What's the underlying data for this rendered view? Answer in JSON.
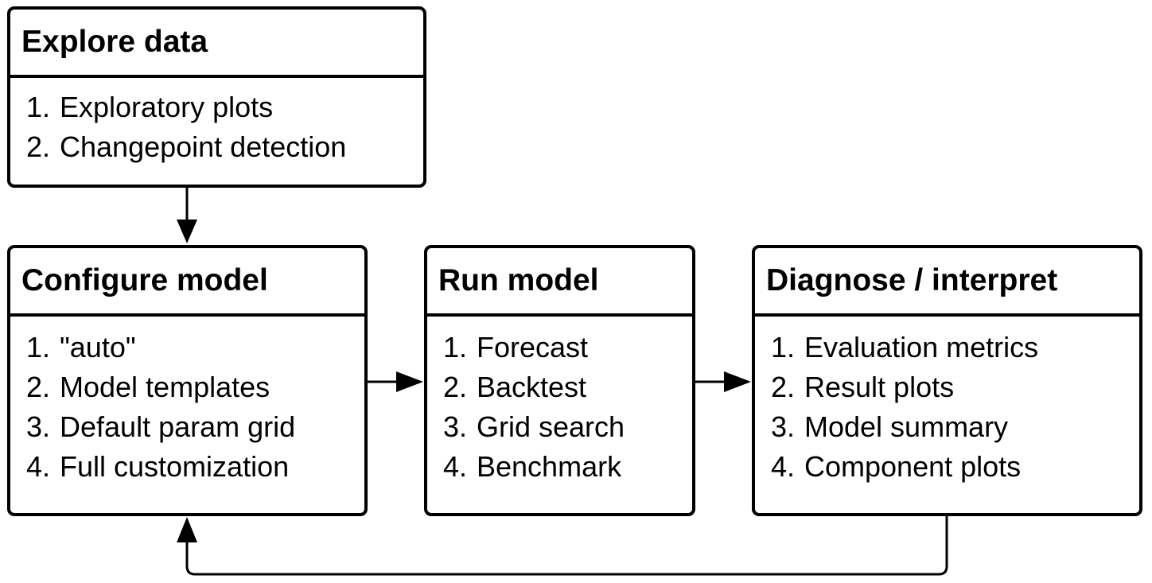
{
  "boxes": {
    "explore": {
      "title": "Explore data",
      "items": [
        "Exploratory plots",
        "Changepoint detection"
      ]
    },
    "configure": {
      "title": "Configure model",
      "items": [
        "\"auto\"",
        "Model templates",
        "Default param grid",
        "Full customization"
      ]
    },
    "run": {
      "title": "Run model",
      "items": [
        "Forecast",
        "Backtest",
        "Grid search",
        "Benchmark"
      ]
    },
    "diagnose": {
      "title": "Diagnose / interpret",
      "items": [
        "Evaluation metrics",
        "Result plots",
        "Model summary",
        "Component plots"
      ]
    }
  },
  "numbering": [
    "1.",
    "2.",
    "3.",
    "4."
  ],
  "colors": {
    "stroke": "#000000",
    "fill": "#ffffff"
  }
}
